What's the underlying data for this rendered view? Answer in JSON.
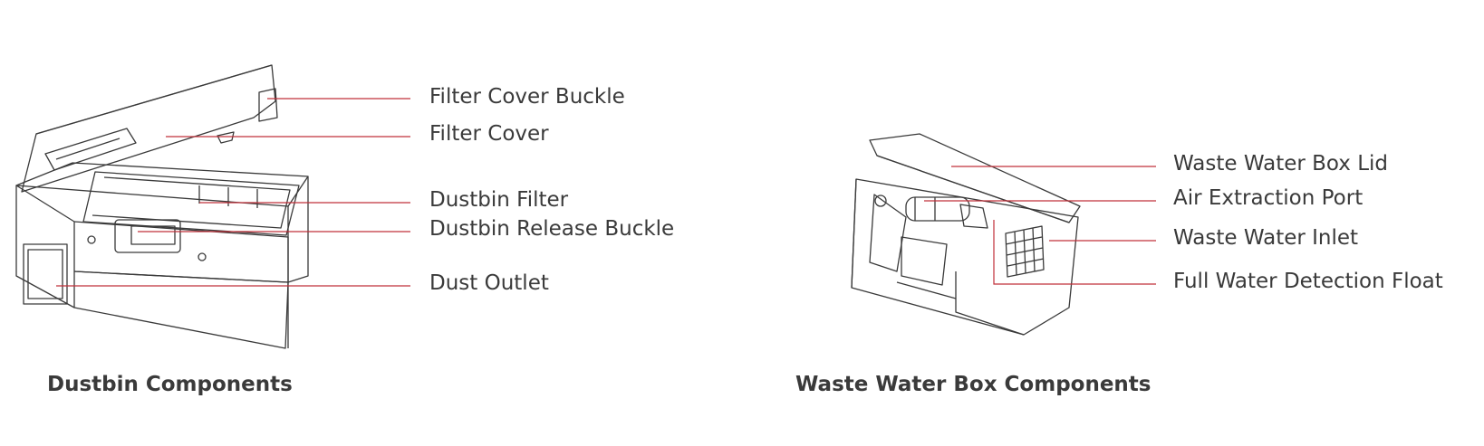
{
  "colors": {
    "leader": "#c0303a",
    "outline": "#3a3a3a",
    "text": "#3a3a3a"
  },
  "dustbin": {
    "caption": "Dustbin Components",
    "labels": {
      "filter_cover_buckle": "Filter Cover Buckle",
      "filter_cover": "Filter Cover",
      "dustbin_filter": "Dustbin Filter",
      "dustbin_release_buckle": "Dustbin Release Buckle",
      "dust_outlet": "Dust Outlet"
    }
  },
  "waste_water_box": {
    "caption": "Waste Water Box Components",
    "labels": {
      "lid": "Waste Water Box Lid",
      "air_extraction_port": "Air Extraction Port",
      "waste_water_inlet": "Waste Water Inlet",
      "full_water_detection_float": "Full Water Detection Float"
    }
  }
}
